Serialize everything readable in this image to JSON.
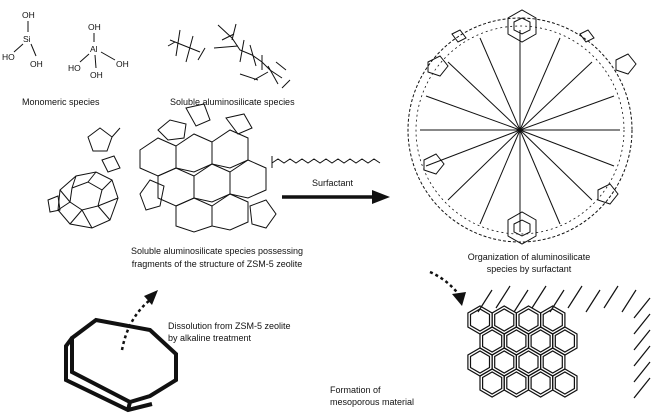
{
  "monomer": {
    "si": {
      "oh_top": "OH",
      "center": "Si",
      "ho_left": "HO",
      "oh_bottom": "OH"
    },
    "al": {
      "oh_top": "OH",
      "center": "Al",
      "ho_left": "HO",
      "oh_right": "OH",
      "oh_bottom": "OH"
    },
    "caption": "Monomeric species"
  },
  "soluble_species_caption": "Soluble aluminosilicate species",
  "fragments_caption": [
    "Soluble aluminosilicate species possessing",
    "fragments of the structure of ZSM-5 zeolite"
  ],
  "surfactant_label": "Surfactant",
  "organization_caption": [
    "Organization of aluminosilicate",
    "species by surfactant"
  ],
  "dissolution_caption": [
    "Dissolution from ZSM-5 zeolite",
    "by alkaline treatment"
  ],
  "formation_caption": [
    "Formation of",
    "mesoporous material"
  ],
  "colors": {
    "ink": "#111111",
    "background": "#ffffff"
  }
}
